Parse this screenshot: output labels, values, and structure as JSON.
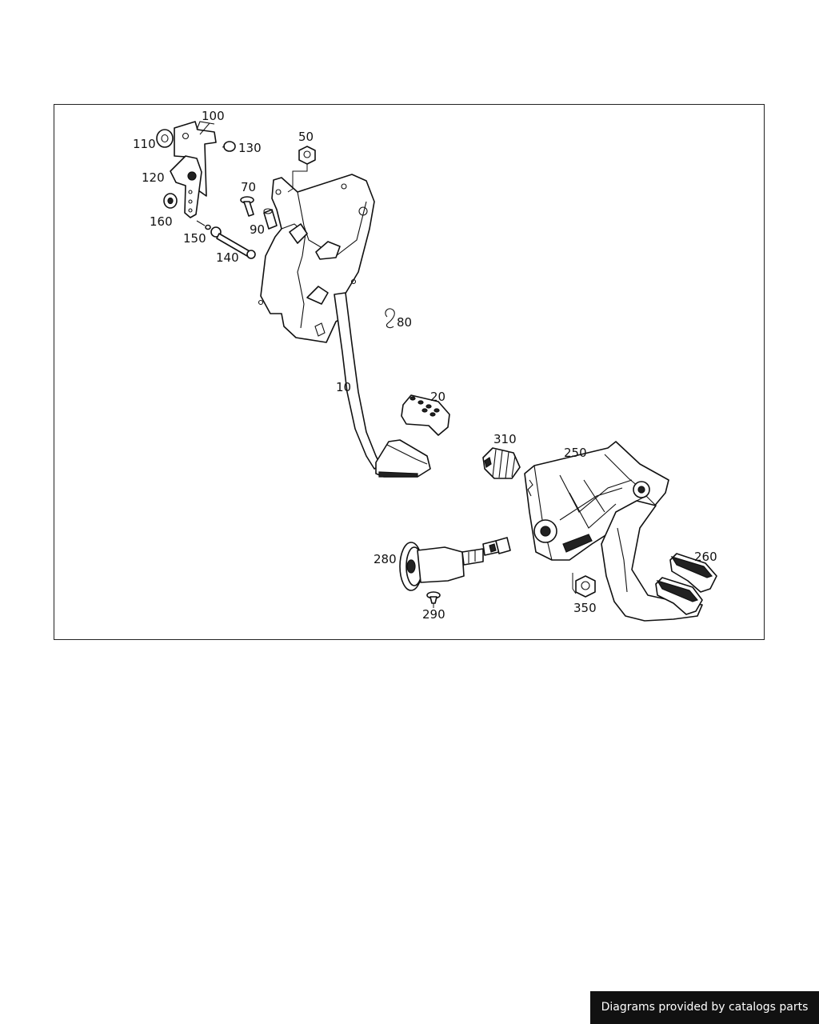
{
  "diagram": {
    "callouts": {
      "p10": "10",
      "p20": "20",
      "p50": "50",
      "p70": "70",
      "p80": "80",
      "p90": "90",
      "p100": "100",
      "p110": "110",
      "p120": "120",
      "p130": "130",
      "p140": "140",
      "p150": "150",
      "p160": "160",
      "p250": "250",
      "p260": "260",
      "p280": "280",
      "p290": "290",
      "p310": "310",
      "p350": "350"
    }
  },
  "footer": {
    "credit": "Diagrams provided by catalogs parts"
  },
  "colors": {
    "line": "#111111",
    "background": "#ffffff",
    "badge_background": "#111111",
    "badge_text": "#ffffff"
  }
}
